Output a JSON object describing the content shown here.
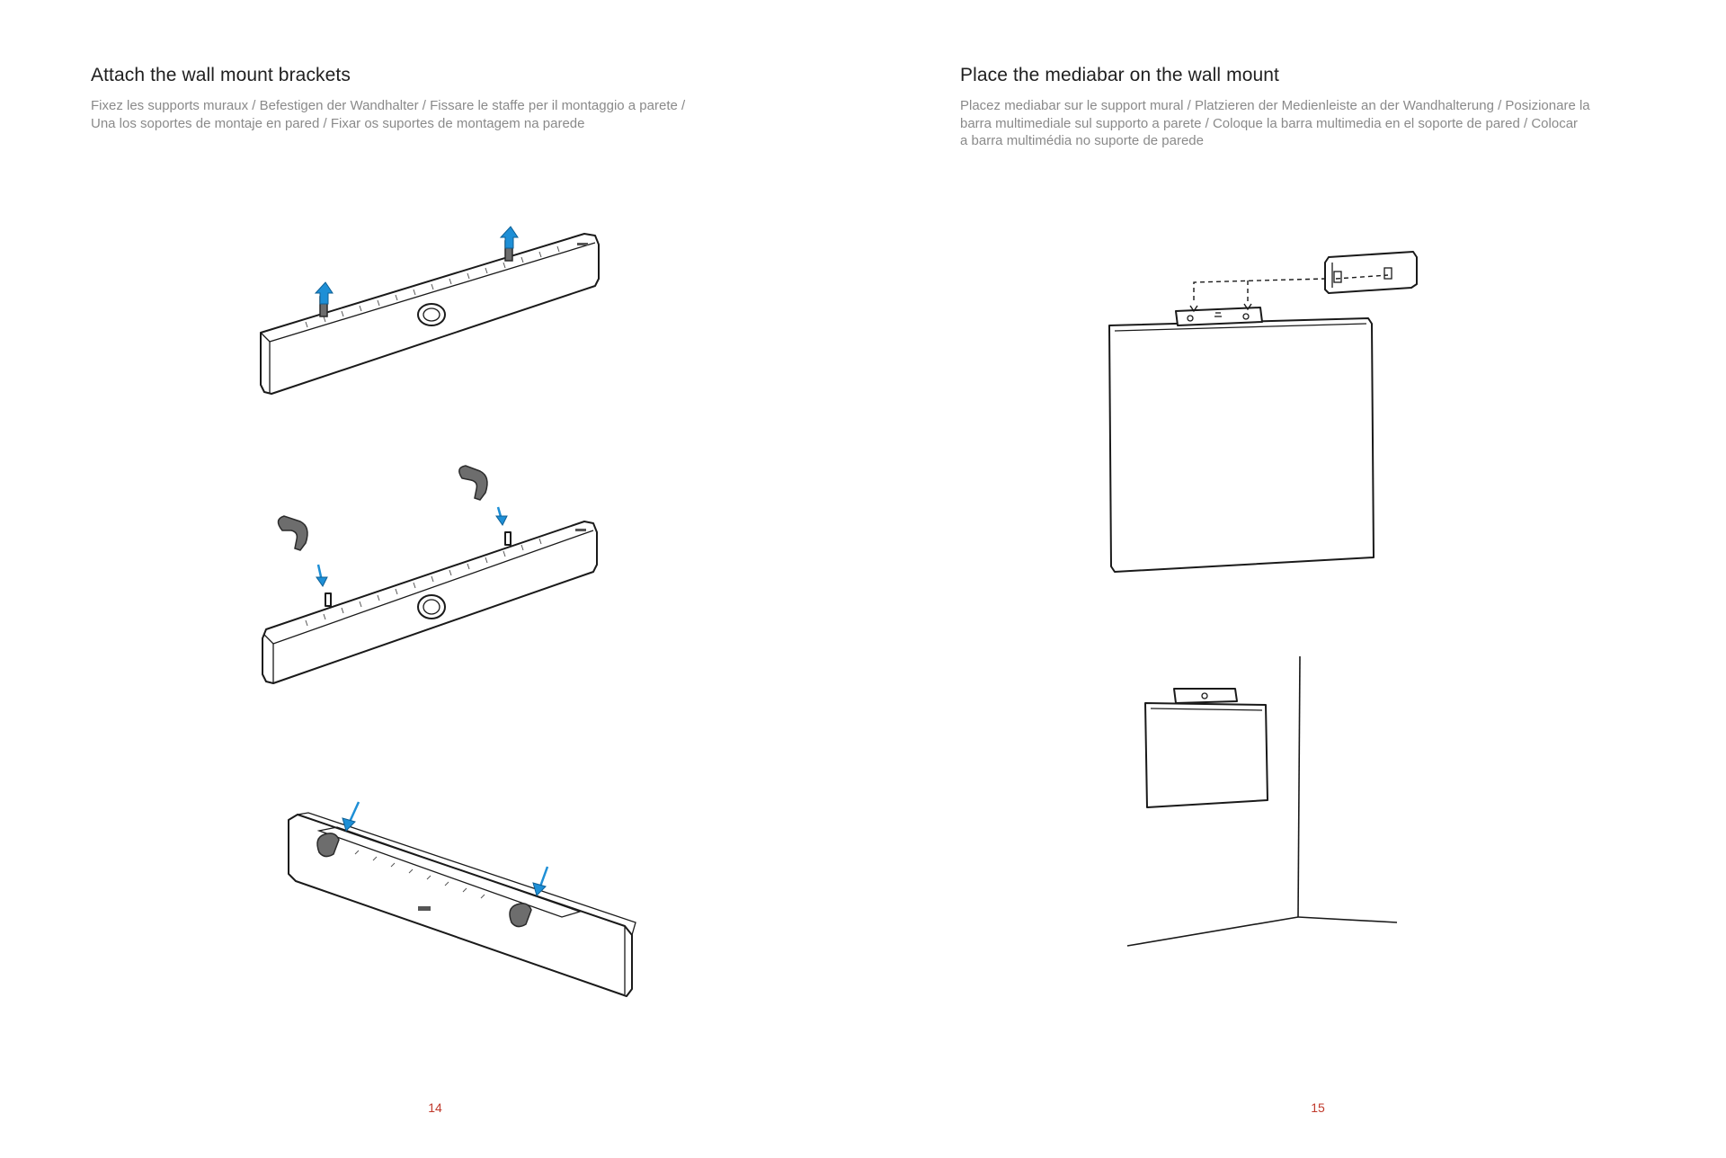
{
  "left_page": {
    "heading": "Attach the wall mount brackets",
    "subtext_line1": "Fixez les supports muraux / Befestigen der Wandhalter / Fissare le staffe per il montaggio a parete /",
    "subtext_line2": "Una los soportes de montaje en pared / Fixar os suportes de montagem na parede",
    "page_number": "14"
  },
  "right_page": {
    "heading": "Place the mediabar on the wall mount",
    "subtext_line1": "Placez mediabar sur le support mural / Platzieren der Medienleiste an der Wandhalterung / Posizionare la",
    "subtext_line2": "barra multimediale sul supporto a parete / Coloque la barra multimedia en el soporte de pared / Colocar",
    "subtext_line3": "a barra multimédia no suporte de parede",
    "page_number": "15"
  },
  "colors": {
    "heading": "#1f1f1f",
    "subtext": "#8a8a8a",
    "page_number": "#c0392b",
    "arrow_blue": "#1e8fd6",
    "bracket_gray": "#6d6d6d"
  }
}
